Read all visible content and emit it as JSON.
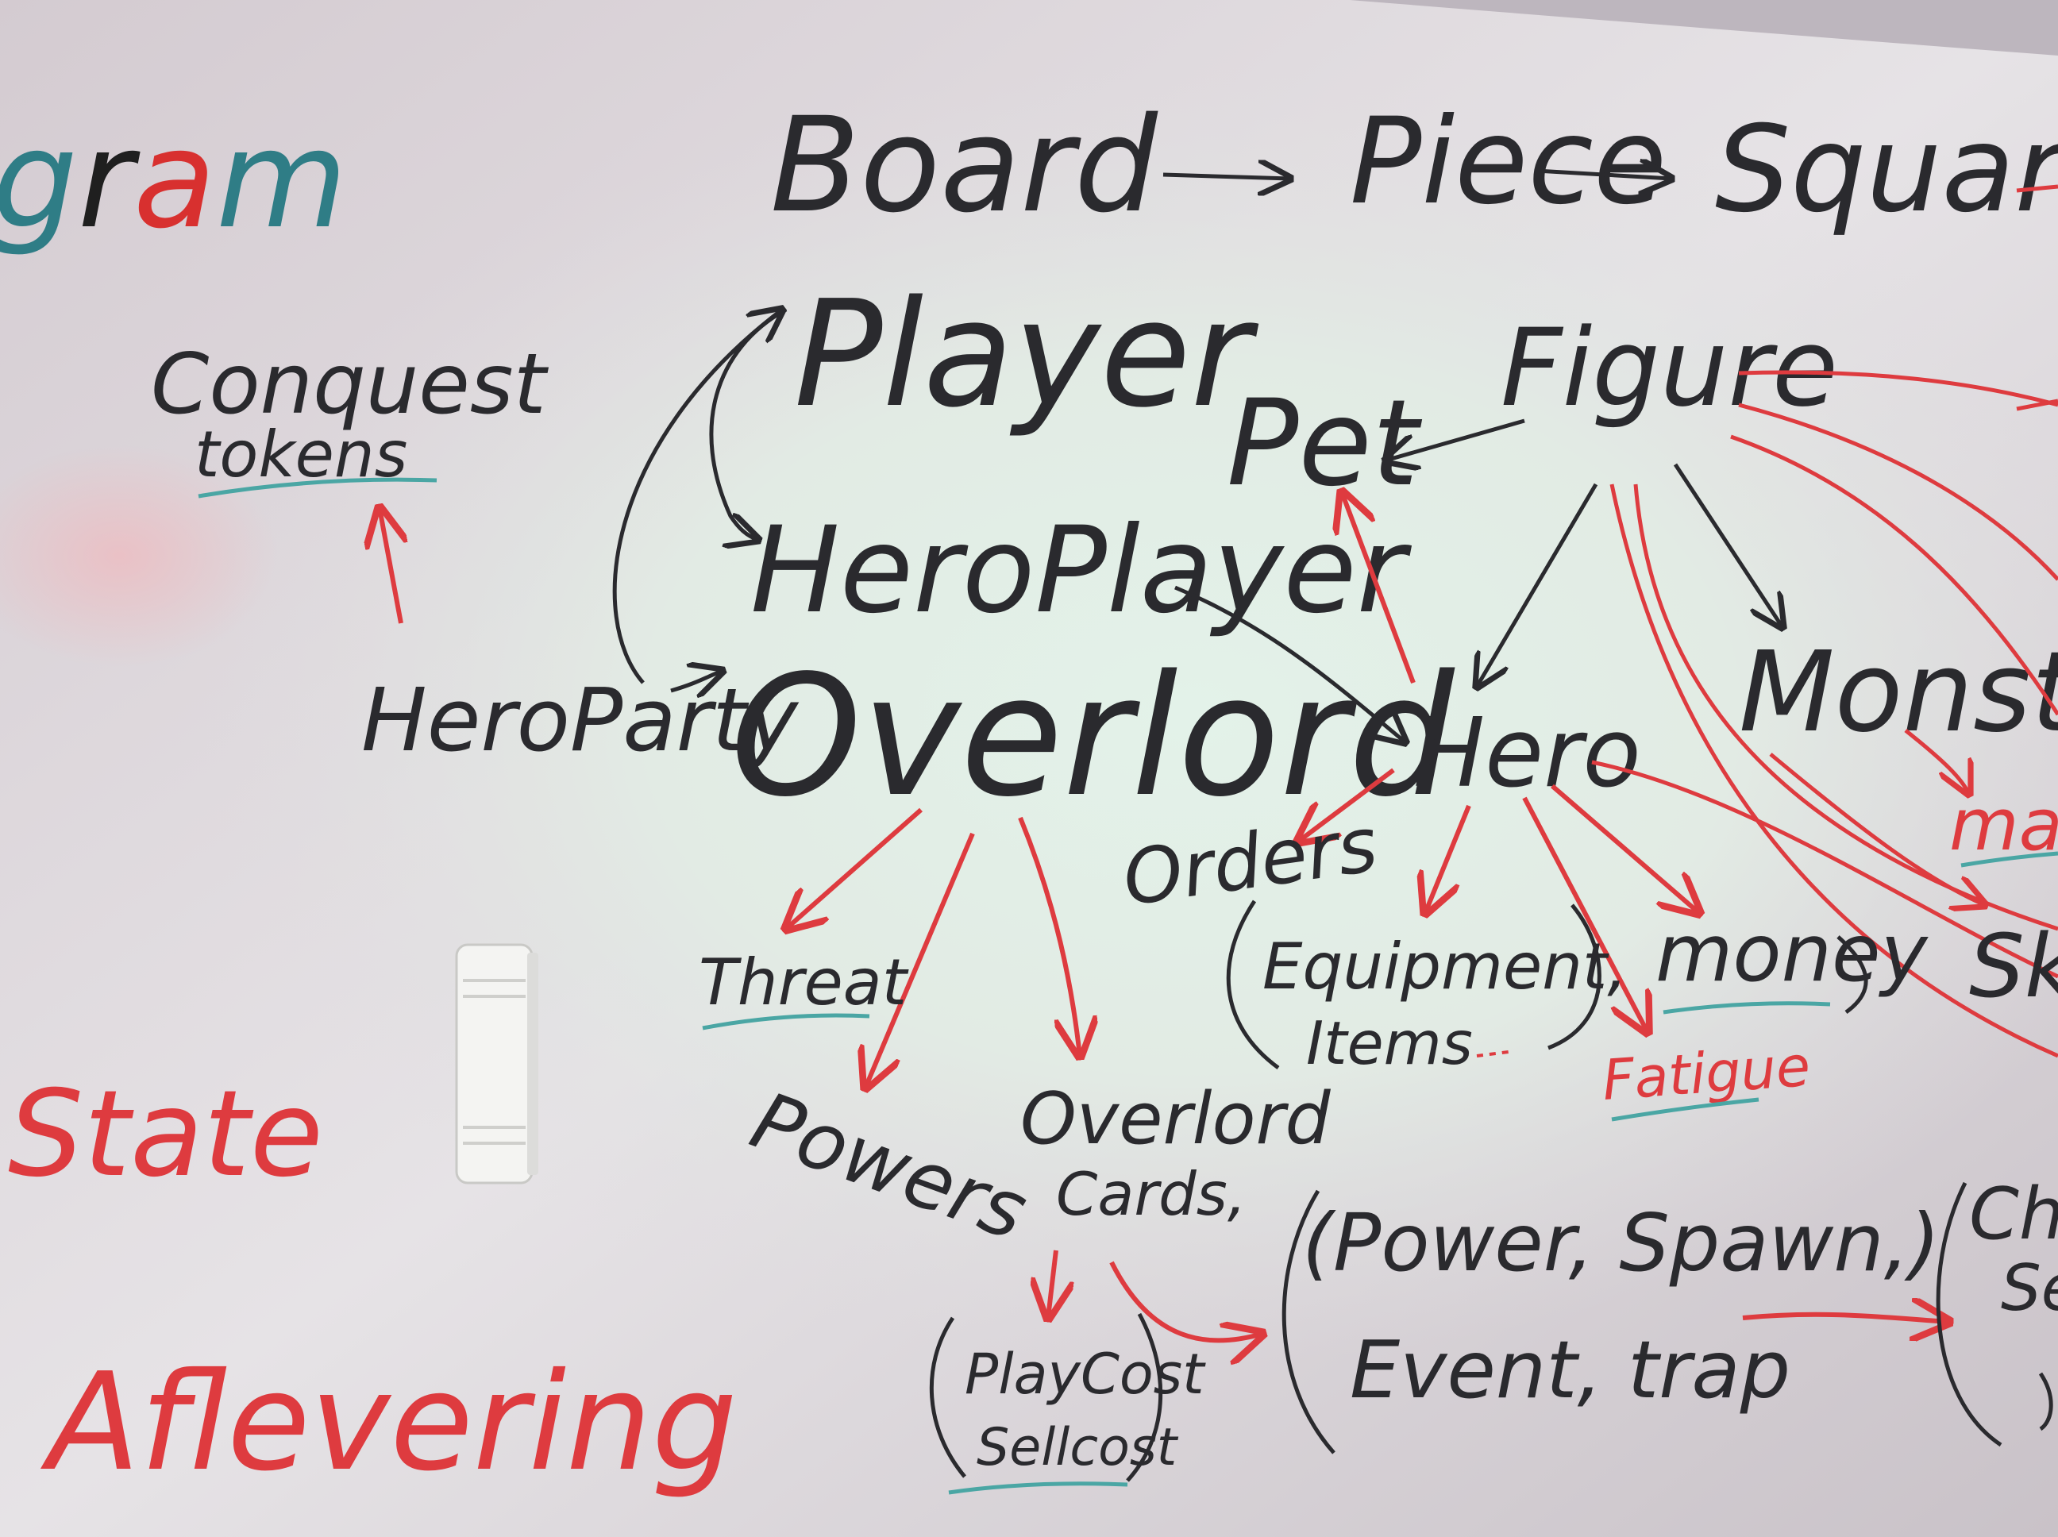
{
  "whiteboard": {
    "corner_word": {
      "text": "gram",
      "letter_colors": [
        "#2f7d86",
        "#1f1f1f",
        "#d8302f",
        "#2f7d86"
      ]
    },
    "top_row": {
      "board": "Board",
      "piece": "Piece",
      "square": "Square"
    },
    "nodes": {
      "conquest_tokens_line1": "Conquest",
      "conquest_tokens_line2": "tokens",
      "player": "Player",
      "hero_player": "HeroPlayer",
      "hero_party": "HeroParty",
      "overlord": "Overlord",
      "figure": "Figure",
      "pet": "Pet",
      "monster": "Monster",
      "hero": "Hero",
      "orders": "Orders",
      "threat": "Threat",
      "powers": "Powers",
      "overlord_cards_line1": "Overlord",
      "overlord_cards_line2": "Cards,",
      "equipment_items_line1": "Equipment,",
      "equipment_items_line2": "Items",
      "money": "money",
      "fatigue": "Fatigue",
      "card_types_line1": "(Power, Spawn,)",
      "card_types_line2": "Event, trap",
      "play_cost": "PlayCost",
      "sell_cost": "Sellcost",
      "right_edge_mas": "mas",
      "right_edge_sk": "Sk",
      "right_edge_che": "Che",
      "right_edge_se": "Se"
    },
    "left_notes": {
      "state": "State",
      "aflevering": "Aflevering"
    },
    "ink_colors": {
      "black": "#2a2a2e",
      "red": "#de3b3f",
      "teal": "#4aa6a4",
      "green": "#2f7d86"
    }
  }
}
